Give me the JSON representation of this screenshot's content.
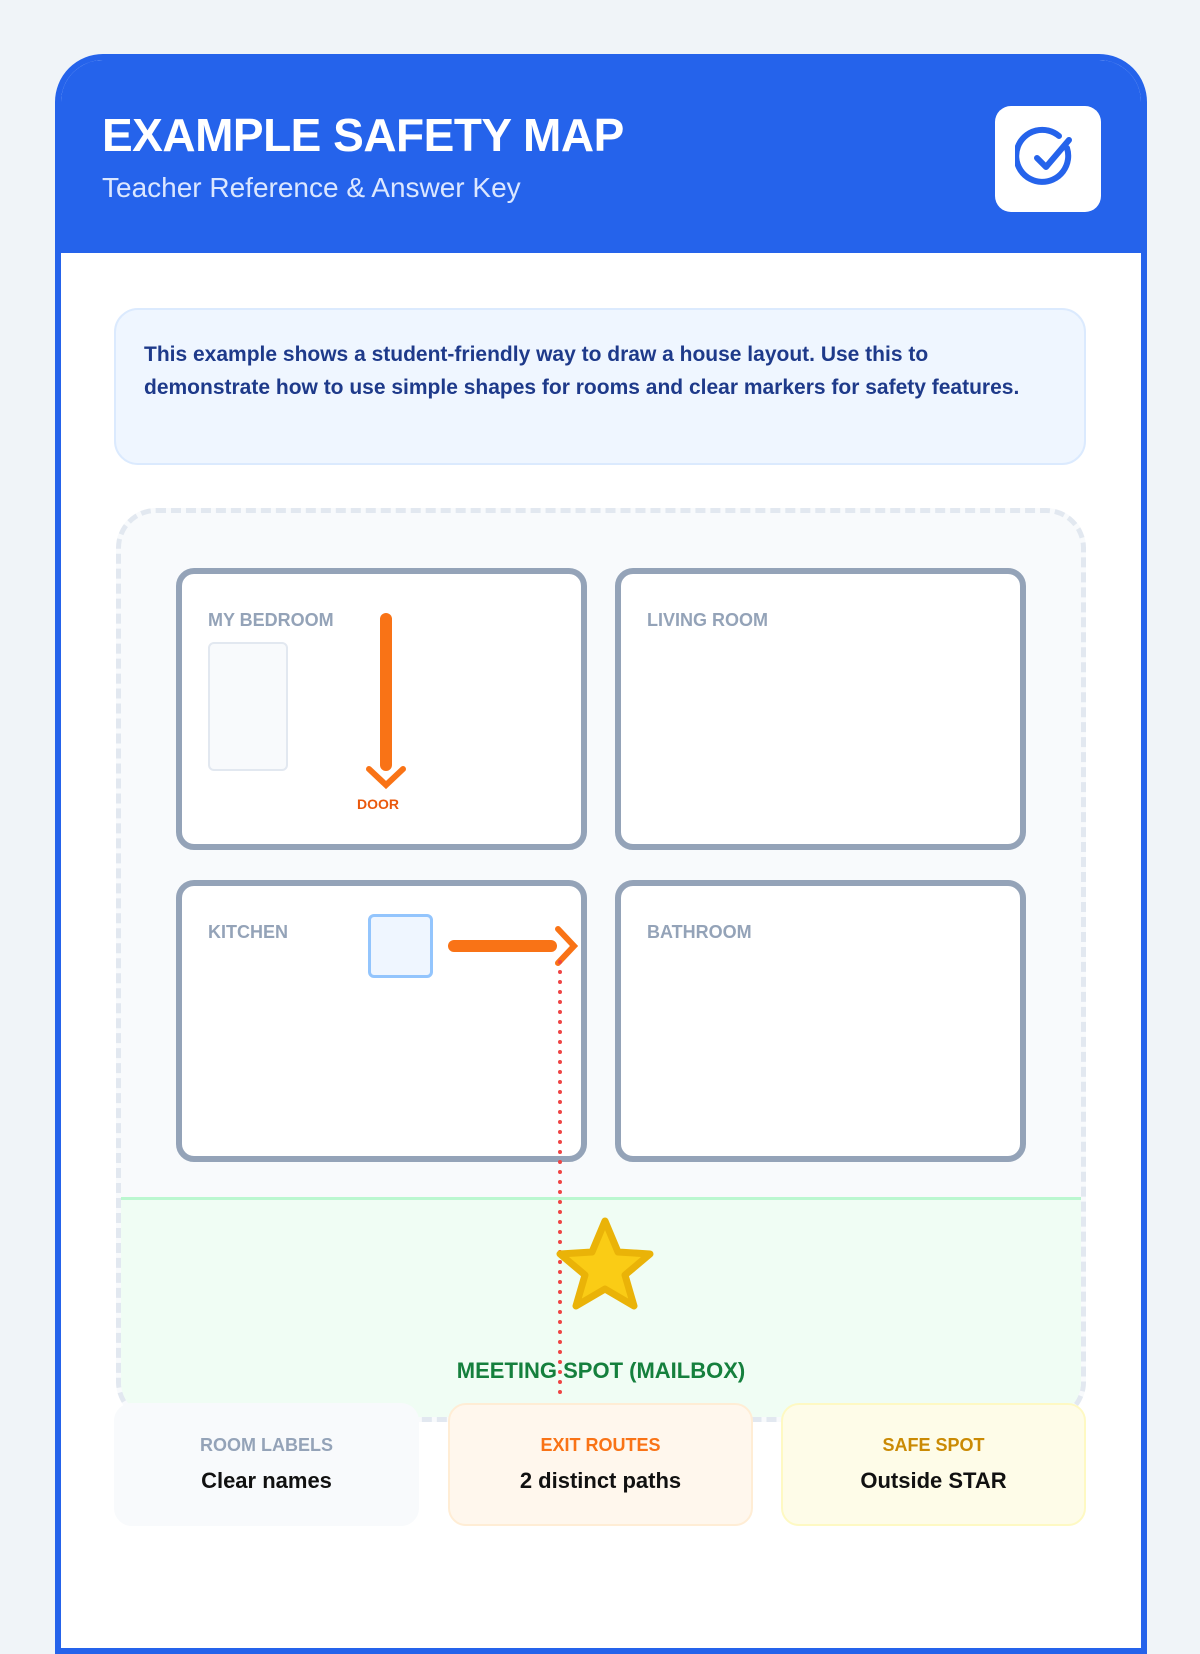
{
  "header": {
    "title": "EXAMPLE SAFETY MAP",
    "subtitle": "Teacher Reference & Answer Key",
    "icon": "check-circle-icon"
  },
  "info": "This example shows a student-friendly way to draw a house layout. Use this to demonstrate how to use simple shapes for rooms and clear markers for safety features.",
  "map": {
    "rooms": [
      "MY BEDROOM",
      "LIVING ROOM",
      "KITCHEN",
      "BATHROOM"
    ],
    "door_label": "DOOR",
    "meeting_spot": "MEETING SPOT (MAILBOX)"
  },
  "stats": [
    {
      "label": "ROOM LABELS",
      "value": "Clear names",
      "color": "#94a3b8"
    },
    {
      "label": "EXIT ROUTES",
      "value": "2 distinct paths",
      "color": "#f97316"
    },
    {
      "label": "SAFE SPOT",
      "value": "Outside STAR",
      "color": "#ca8a04"
    }
  ]
}
